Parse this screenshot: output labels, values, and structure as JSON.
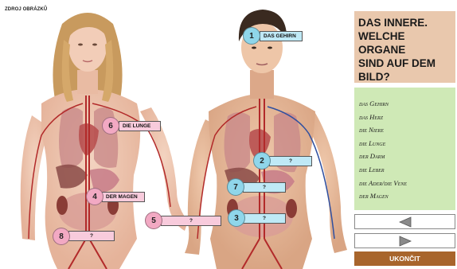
{
  "source_label": "ZDROJ OBRÁZKŮ",
  "title": {
    "lines": [
      "DAS INNERE.",
      "WELCHE ORGANE",
      "SIND AUF DEM",
      "BILD?"
    ]
  },
  "word_list": [
    "das Gehirn",
    "das Herz",
    "die Niere",
    "die Lunge",
    "der Darm",
    "die Leber",
    "die Ader/die Vene",
    "der Magen"
  ],
  "markers": [
    {
      "number": "1",
      "label": "DAS GEHIRN",
      "color": "blue"
    },
    {
      "number": "2",
      "label": "?",
      "color": "blue"
    },
    {
      "number": "3",
      "label": "?",
      "color": "blue"
    },
    {
      "number": "4",
      "label": "DER MAGEN",
      "color": "pink"
    },
    {
      "number": "5",
      "label": "?",
      "color": "pink"
    },
    {
      "number": "6",
      "label": "DIE LUNGE",
      "color": "pink"
    },
    {
      "number": "7",
      "label": "?",
      "color": "blue"
    },
    {
      "number": "8",
      "label": "?",
      "color": "pink"
    }
  ],
  "nav": {
    "back_icon": "triangle-left-icon",
    "forward_icon": "triangle-right-icon"
  },
  "end_button": "UKONČIT",
  "colors": {
    "title_bg": "#e9c8ad",
    "list_bg": "#cfe9b6",
    "marker_blue": "#8fd6ea",
    "marker_pink": "#f2a9c3",
    "end_bg": "#a8652c"
  }
}
